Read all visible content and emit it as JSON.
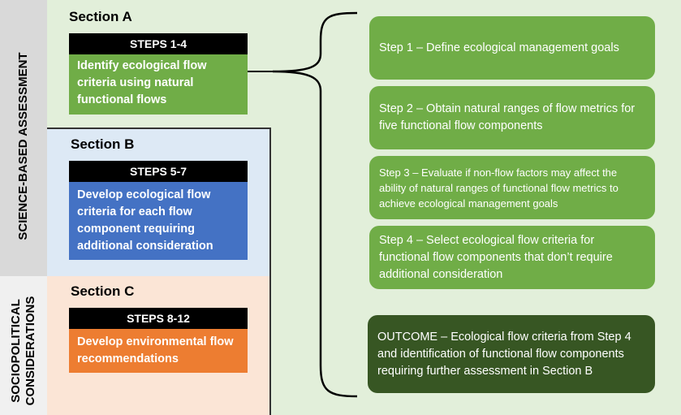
{
  "side_labels": {
    "top": "SCIENCE-BASED ASSESSMENT",
    "bottom_line1": "SOCIOPOLITICAL",
    "bottom_line2": "CONSIDERATIONS"
  },
  "sections": [
    {
      "title": "Section A",
      "steps": "STEPS 1-4",
      "description": "Identify ecological flow criteria using natural functional flows",
      "color": "#70ad47"
    },
    {
      "title": "Section B",
      "steps": "STEPS 5-7",
      "description": "Develop ecological flow criteria for each flow component requiring additional consideration",
      "color": "#4472c4"
    },
    {
      "title": "Section C",
      "steps": "STEPS 8-12",
      "description": "Develop environmental flow recommendations",
      "color": "#ed7d31"
    }
  ],
  "steps": [
    "Step 1 – Define ecological management goals",
    "Step 2 – Obtain natural ranges of flow metrics for five functional flow components",
    "Step 3 – Evaluate if non-flow factors may affect the ability of natural ranges of functional flow metrics to achieve ecological management goals",
    "Step 4 – Select ecological flow criteria for functional flow components that don’t require additional consideration"
  ],
  "outcome": "OUTCOME – Ecological flow criteria from Step 4 and identification of functional flow components requiring further assessment in Section B",
  "colors": {
    "step_green": "#70ad47",
    "outcome_dark_green": "#375623",
    "background_green": "#e2efda",
    "background_blue": "#dde9f5",
    "background_peach": "#fbe5d6"
  }
}
